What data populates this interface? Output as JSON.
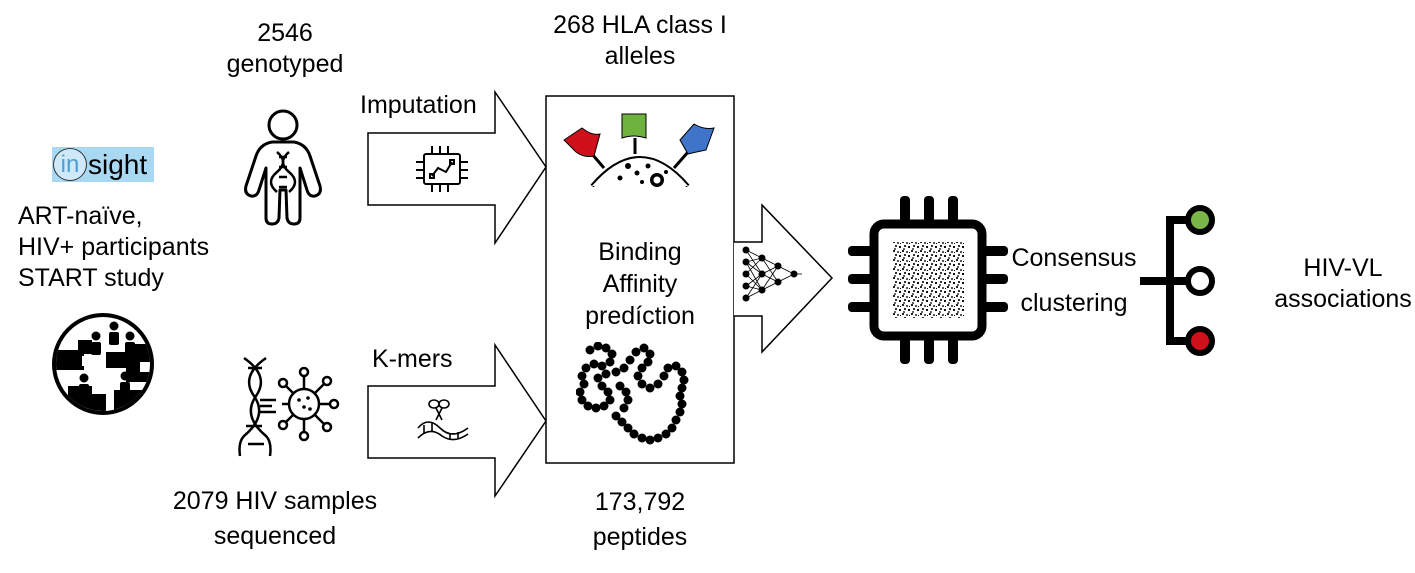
{
  "insight_logo": {
    "prefix": "in",
    "suffix": "sight"
  },
  "participants": {
    "line1": "ART-naïve,",
    "line2": "HIV+ participants",
    "line3": "START study"
  },
  "genotyped": {
    "line1": "2546",
    "line2": "genotyped"
  },
  "sequenced": {
    "line1": "2079 HIV samples",
    "line2": "sequenced"
  },
  "imputation_label": "Imputation",
  "kmers_label": "K-mers",
  "alleles": {
    "line1": "268 HLA class I",
    "line2": "alleles"
  },
  "binding": {
    "line1": "Binding",
    "line2": "Affinity",
    "line3": "predíction"
  },
  "peptides": {
    "line1": "173,792",
    "line2": "peptides"
  },
  "consensus": {
    "line1": "Consensus",
    "line2": "clustering"
  },
  "result": {
    "line1": "HIV-VL",
    "line2": "associations"
  },
  "colors": {
    "flag_red": "#d0111b",
    "flag_green": "#6fb33f",
    "flag_blue": "#3f74c9",
    "logo_bg": "#a9d8f2",
    "dot_green": "#7ab648",
    "dot_red": "#d0111b"
  }
}
